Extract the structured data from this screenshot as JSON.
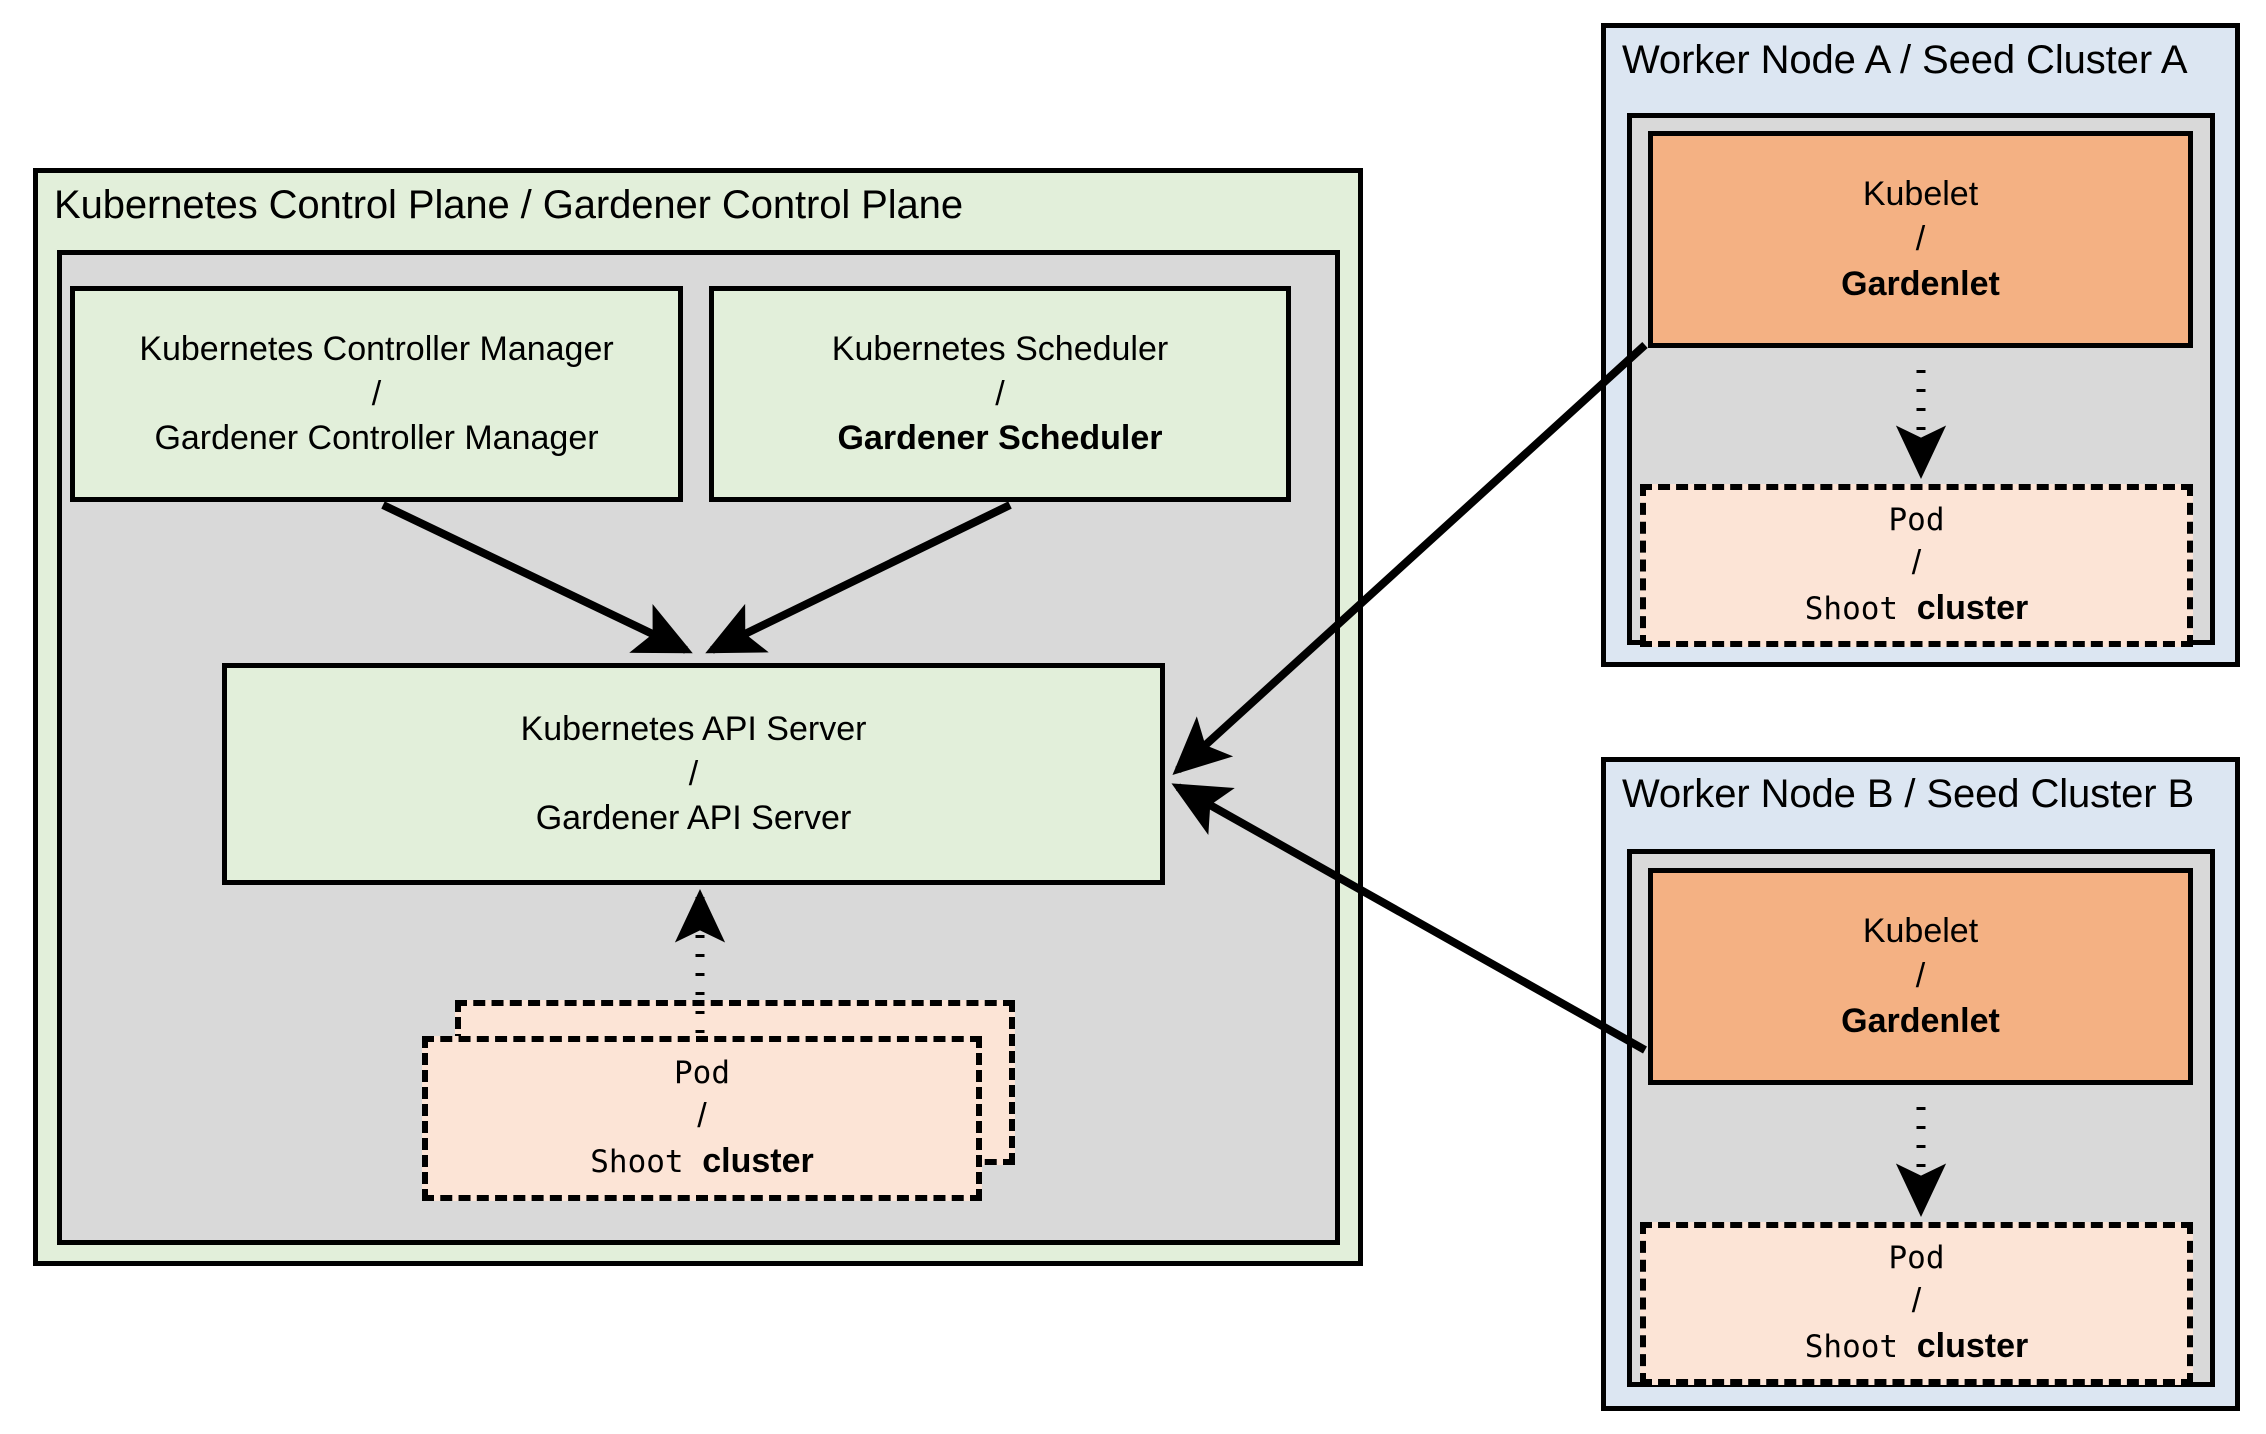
{
  "diagram": {
    "title_semantic": "gardener-architecture-analogy-diagram",
    "colors": {
      "control_plane_fill": "#e2efda",
      "inner_gray_fill": "#d9d9d9",
      "worker_node_fill": "#dce6f2",
      "kubelet_fill": "#f4b183",
      "pod_fill": "#fce4d6",
      "stroke": "#000000"
    }
  },
  "control_plane": {
    "title": "Kubernetes Control Plane / Gardener Control Plane",
    "controller_manager": {
      "line1": "Kubernetes Controller Manager",
      "separator": "/",
      "line2": "Gardener Controller Manager"
    },
    "scheduler": {
      "line1": "Kubernetes Scheduler",
      "separator": "/",
      "line2": "Gardener Scheduler"
    },
    "api_server": {
      "line1": "Kubernetes API Server",
      "separator": "/",
      "line2": "Gardener API Server"
    },
    "pod": {
      "line1": "Pod",
      "separator": "/",
      "line2_mono": "Shoot ",
      "line2_bold": "cluster"
    }
  },
  "worker_nodes": [
    {
      "title": "Worker Node A / Seed Cluster A",
      "kubelet": {
        "line1": "Kubelet",
        "separator": "/",
        "line2": "Gardenlet"
      },
      "pod": {
        "line1": "Pod",
        "separator": "/",
        "line2_mono": "Shoot ",
        "line2_bold": "cluster"
      }
    },
    {
      "title": "Worker Node B / Seed Cluster B",
      "kubelet": {
        "line1": "Kubelet",
        "separator": "/",
        "line2": "Gardenlet"
      },
      "pod": {
        "line1": "Pod",
        "separator": "/",
        "line2_mono": "Shoot ",
        "line2_bold": "cluster"
      }
    }
  ],
  "connections": [
    {
      "name": "controller-manager-to-api-server",
      "style": "solid-arrow"
    },
    {
      "name": "scheduler-to-api-server",
      "style": "solid-arrow"
    },
    {
      "name": "pod-to-api-server",
      "style": "dotted-arrow"
    },
    {
      "name": "gardenlet-a-to-api-server",
      "style": "solid-arrow"
    },
    {
      "name": "gardenlet-b-to-api-server",
      "style": "solid-arrow"
    },
    {
      "name": "gardenlet-a-to-pod-a",
      "style": "dotted-arrow"
    },
    {
      "name": "gardenlet-b-to-pod-b",
      "style": "dotted-arrow"
    }
  ]
}
